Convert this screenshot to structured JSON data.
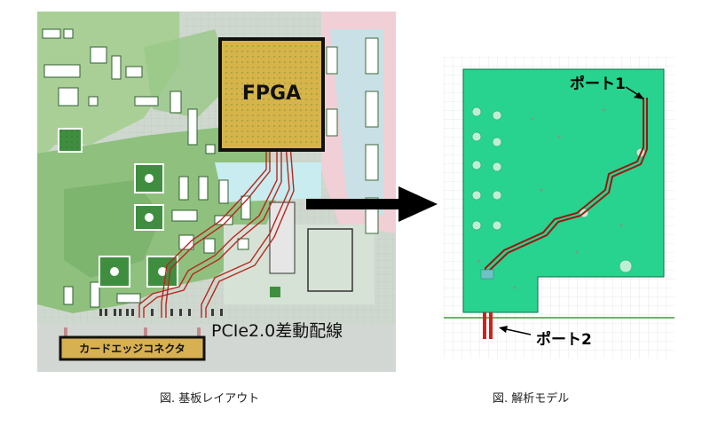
{
  "pcb": {
    "fpga_label": "FPGA",
    "connector_label": "カードエッジコネクタ",
    "wiring_label": "PCIe2.0差動配線"
  },
  "model": {
    "port1_label": "ポート1",
    "port2_label": "ポート2"
  },
  "captions": {
    "left": "図. 基板レイアウト",
    "right": "図. 解析モデル"
  },
  "colors": {
    "board_green": "#27d38e",
    "trace_red": "#a31410",
    "fpga_gold": "#d6b44a"
  }
}
